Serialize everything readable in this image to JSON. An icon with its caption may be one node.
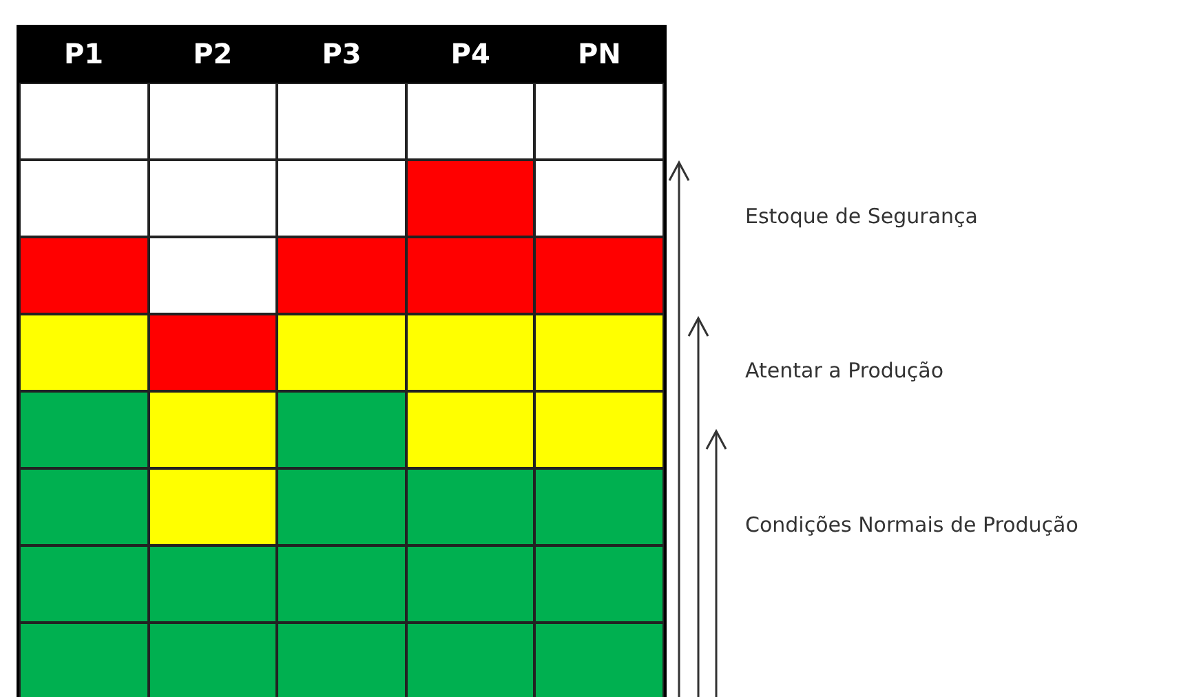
{
  "diagram": {
    "labels": [
      "P1",
      "P2",
      "P3",
      "P4",
      "PN",
      "Estoque de Segurança",
      "Atentar a Produção",
      "Condições Normais de Produção"
    ]
  }
}
